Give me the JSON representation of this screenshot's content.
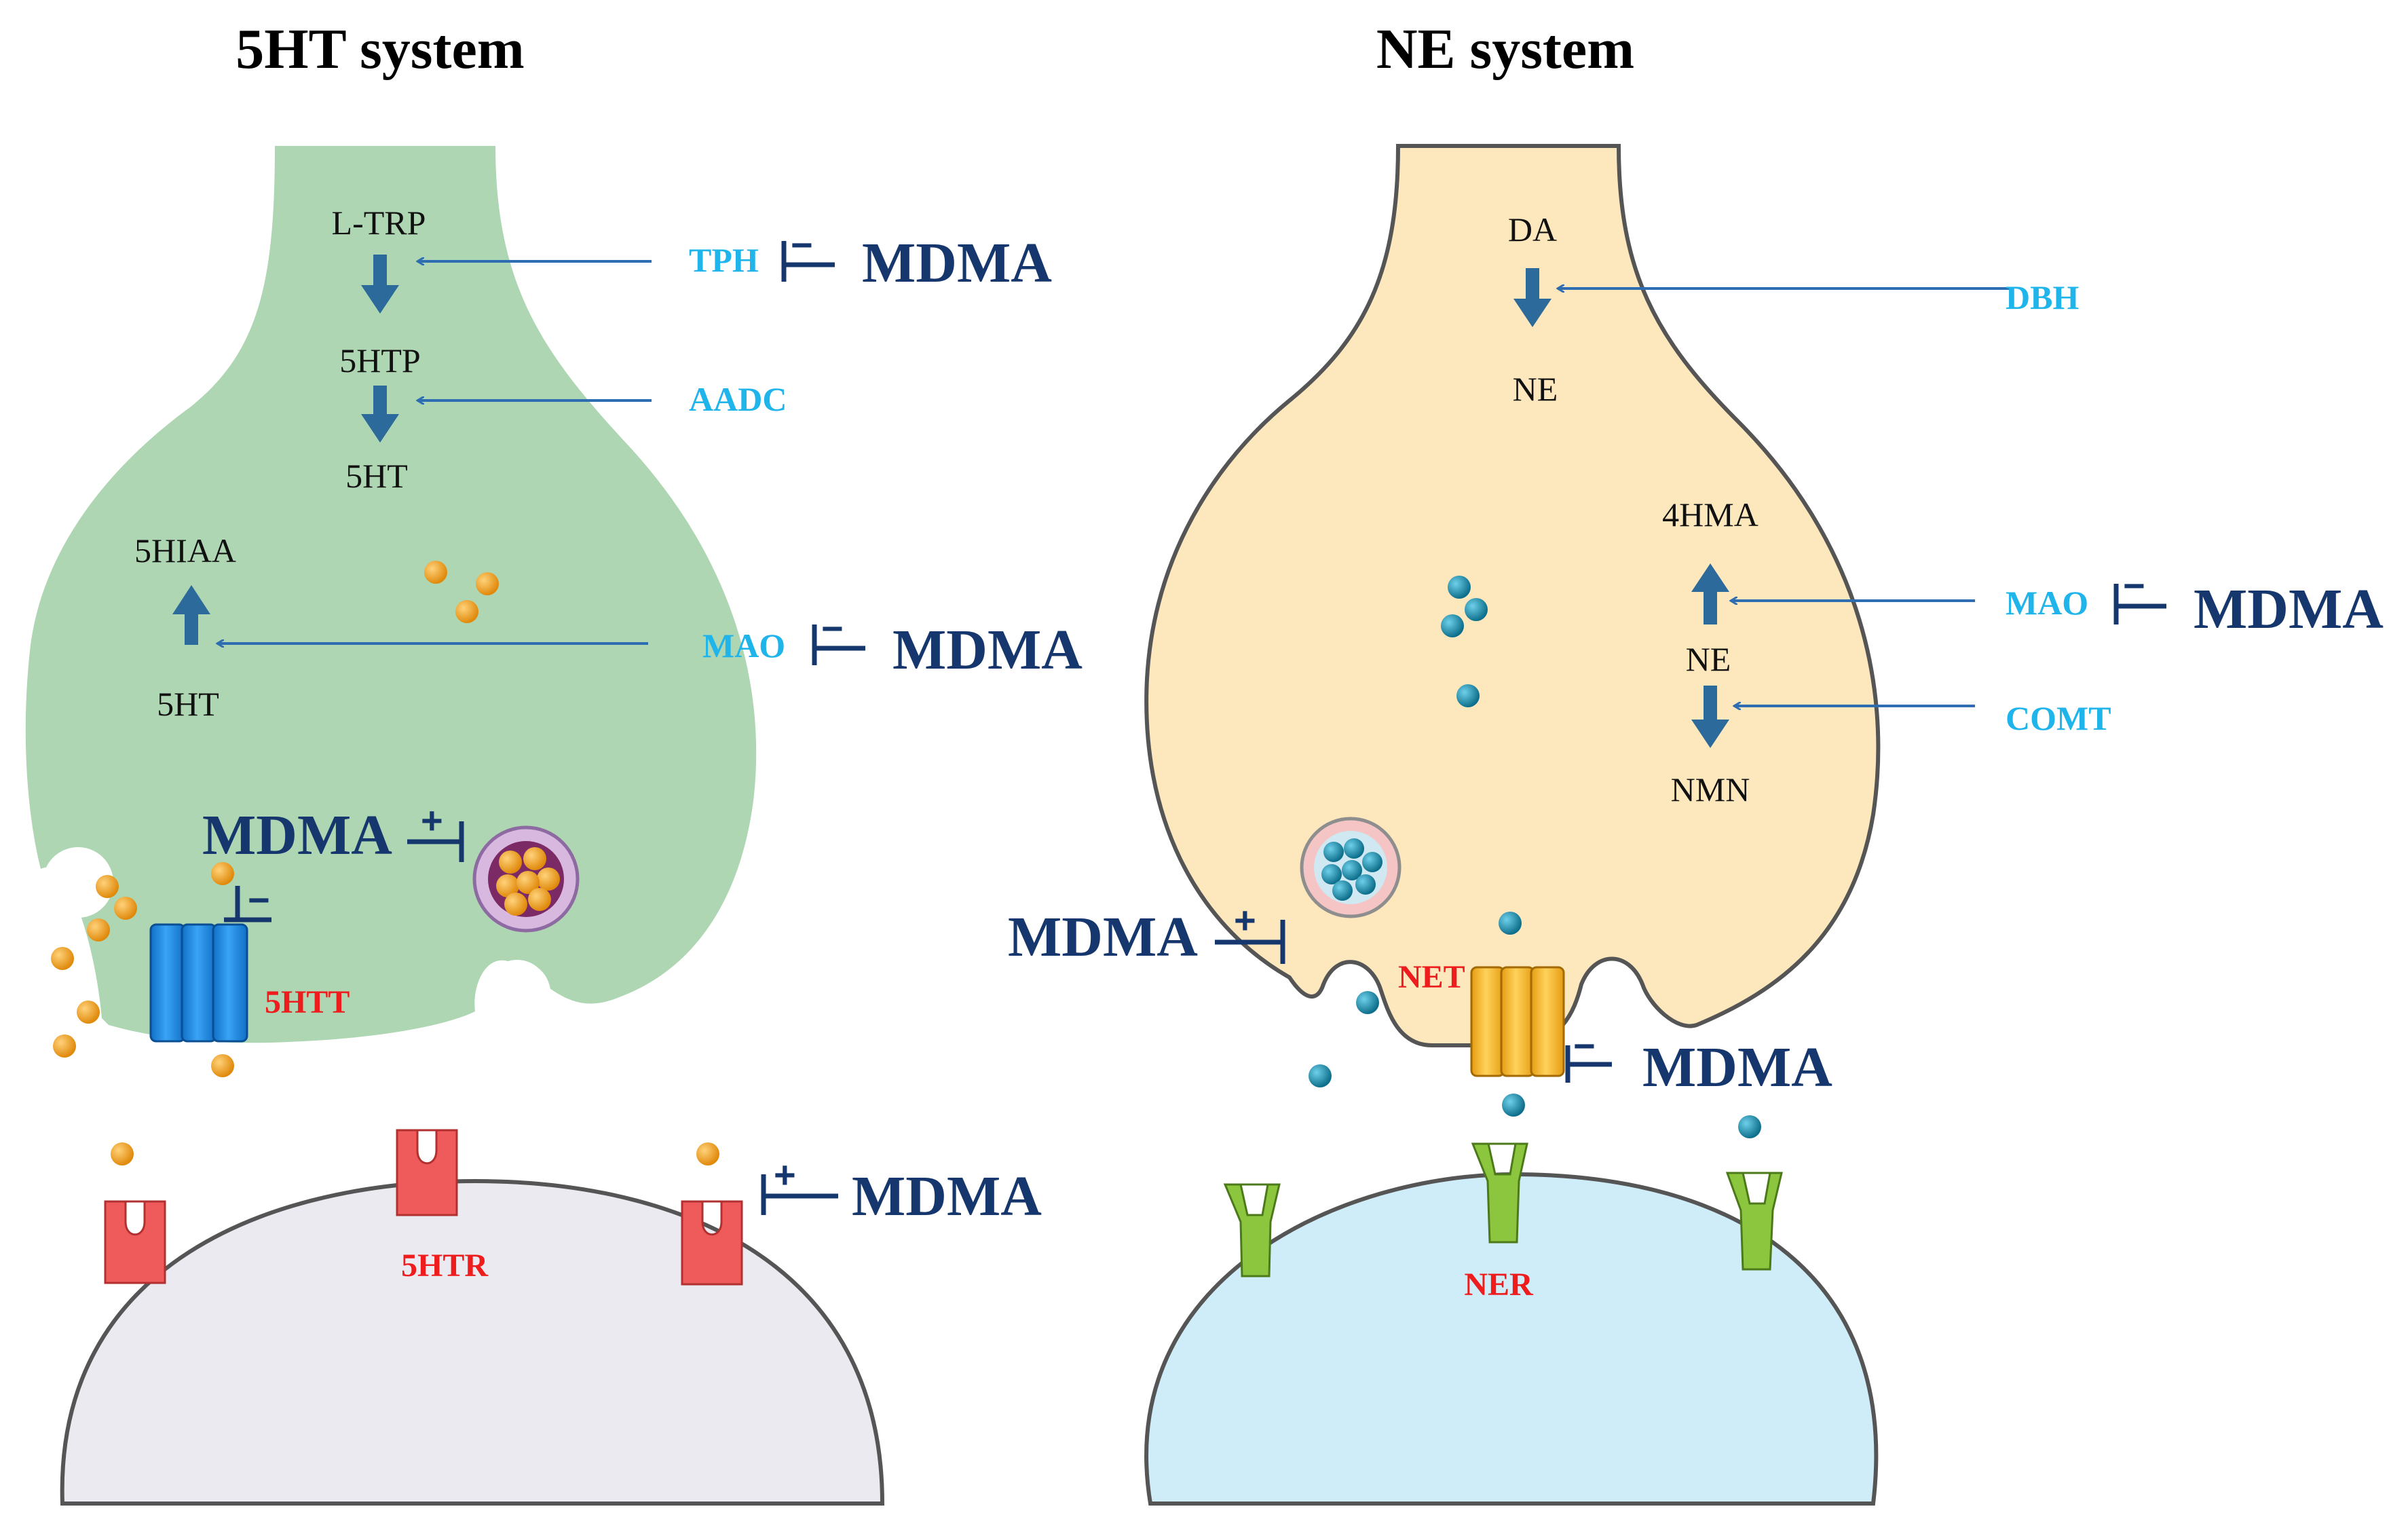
{
  "titles": {
    "serotonin": "5HT system",
    "norepinephrine": "NE system"
  },
  "drug": "MDMA",
  "serotonin": {
    "metabolites": {
      "ltrp": "L-TRP",
      "htp": "5HTP",
      "ht_top": "5HT",
      "hiaa": "5HIAA",
      "ht_bottom": "5HT"
    },
    "enzymes": {
      "tph": "TPH",
      "aadc": "AADC",
      "mao": "MAO"
    },
    "labels": {
      "transporter": "5HTT",
      "receptor": "5HTR"
    },
    "effects": {
      "tph": "−",
      "mao": "−",
      "vesicle": "+",
      "transporter": "−",
      "receptor": "+"
    }
  },
  "norepinephrine": {
    "metabolites": {
      "da": "DA",
      "ne_top": "NE",
      "hma": "4HMA",
      "ne_mid": "NE",
      "nmn": "NMN"
    },
    "enzymes": {
      "dbh": "DBH",
      "mao": "MAO",
      "comt": "COMT"
    },
    "labels": {
      "transporter": "NET",
      "receptor": "NER"
    },
    "effects": {
      "mao": "−",
      "vesicle": "+",
      "transporter": "−"
    }
  },
  "colors": {
    "serotonin_neuron": "#aed6b2",
    "norepinephrine_neuron": "#fde7bd",
    "postsynaptic_left": "#ebeaf0",
    "postsynaptic_right": "#cfedf9",
    "serotonin_molecule": "#f5a623",
    "norepinephrine_molecule": "#1793b6",
    "transporter_5htt": "#1a86e2",
    "transporter_net": "#f2b82c",
    "receptor_5htr": "#ef5a5a",
    "receptor_ner": "#8cc63f",
    "drug_text": "#16376d",
    "enzyme_text": "#1fb4ea",
    "label_text": "#ee1c1c"
  }
}
